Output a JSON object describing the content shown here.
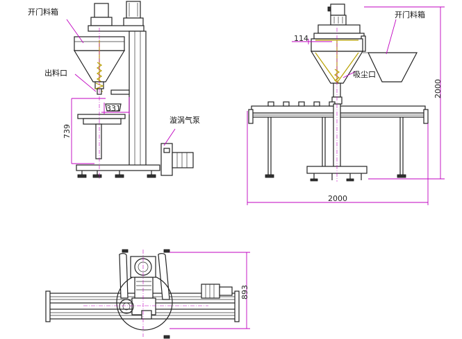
{
  "labels": {
    "door_box_left": "开门料箱",
    "outlet": "出料口",
    "vortex_pump": "漩涡气泵",
    "door_box_right": "开门料箱",
    "dust_port": "吸尘口"
  },
  "dimensions": {
    "d331": "331",
    "d739": "739",
    "d114": "114",
    "d2000_height": "2000",
    "d2000_width": "2000",
    "d893": "893"
  },
  "colors": {
    "dimension": "#c000c0",
    "line": "#222222",
    "accent": "#b8a000"
  }
}
